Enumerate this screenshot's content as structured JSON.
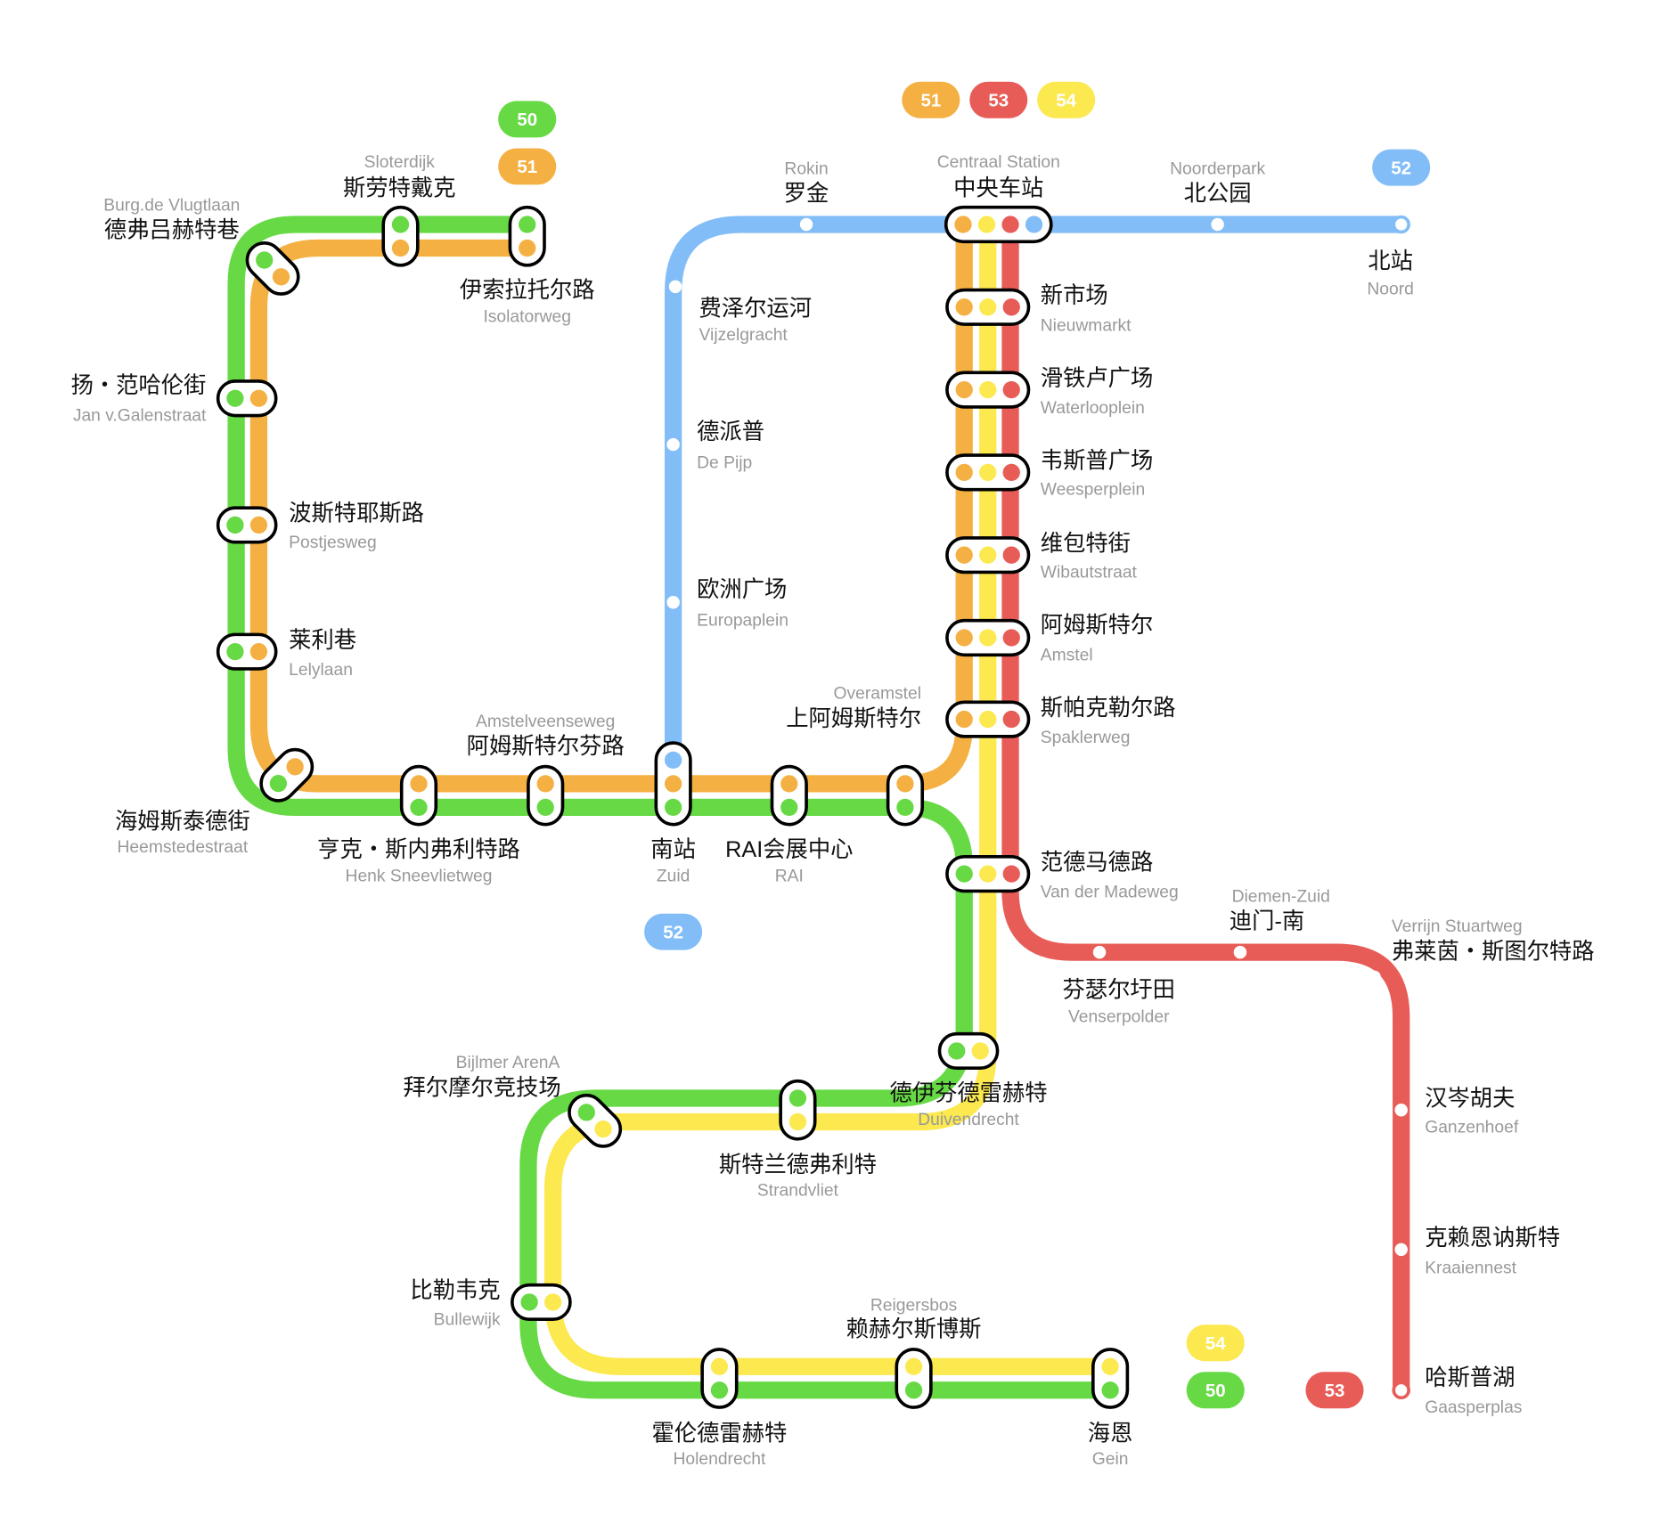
{
  "colors": {
    "50": "#66d944",
    "51": "#f4b042",
    "52": "#82bdf7",
    "53": "#e85c57",
    "54": "#fce84f"
  },
  "lines": [
    {
      "id": "50",
      "label": "50"
    },
    {
      "id": "51",
      "label": "51"
    },
    {
      "id": "52",
      "label": "52"
    },
    {
      "id": "53",
      "label": "53"
    },
    {
      "id": "54",
      "label": "54"
    }
  ],
  "badges": [
    "50",
    "51",
    "51",
    "53",
    "54",
    "52",
    "52",
    "54",
    "50",
    "53"
  ],
  "stations": [
    {
      "cn": "德弗吕赫特巷",
      "en": "Burg.de Vlugtlaan"
    },
    {
      "cn": "斯劳特戴克",
      "en": "Sloterdijk"
    },
    {
      "cn": "伊索拉托尔路",
      "en": "Isolatorweg"
    },
    {
      "cn": "扬・范哈伦街",
      "en": "Jan v.Galenstraat"
    },
    {
      "cn": "波斯特耶斯路",
      "en": "Postjesweg"
    },
    {
      "cn": "莱利巷",
      "en": "Lelylaan"
    },
    {
      "cn": "海姆斯泰德街",
      "en": "Heemstedestraat"
    },
    {
      "cn": "亨克・斯内弗利特路",
      "en": "Henk Sneevlietweg"
    },
    {
      "cn": "阿姆斯特尔芬路",
      "en": "Amstelveenseweg"
    },
    {
      "cn": "南站",
      "en": "Zuid"
    },
    {
      "cn": "RAI会展中心",
      "en": "RAI"
    },
    {
      "cn": "上阿姆斯特尔",
      "en": "Overamstel"
    },
    {
      "cn": "中央车站",
      "en": "Centraal Station"
    },
    {
      "cn": "罗金",
      "en": "Rokin"
    },
    {
      "cn": "北公园",
      "en": "Noorderpark"
    },
    {
      "cn": "北站",
      "en": "Noord"
    },
    {
      "cn": "费泽尔运河",
      "en": "Vijzelgracht"
    },
    {
      "cn": "德派普",
      "en": "De Pijp"
    },
    {
      "cn": "欧洲广场",
      "en": "Europaplein"
    },
    {
      "cn": "新市场",
      "en": "Nieuwmarkt"
    },
    {
      "cn": "滑铁卢广场",
      "en": "Waterlooplein"
    },
    {
      "cn": "韦斯普广场",
      "en": "Weesperplein"
    },
    {
      "cn": "维包特街",
      "en": "Wibautstraat"
    },
    {
      "cn": "阿姆斯特尔",
      "en": "Amstel"
    },
    {
      "cn": "斯帕克勒尔路",
      "en": "Spaklerweg"
    },
    {
      "cn": "范德马德路",
      "en": "Van der Madeweg"
    },
    {
      "cn": "芬瑟尔圩田",
      "en": "Venserpolder"
    },
    {
      "cn": "迪门-南",
      "en": "Diemen-Zuid"
    },
    {
      "cn": "弗莱茵・斯图尔特路",
      "en": "Verrijn Stuartweg"
    },
    {
      "cn": "汉岑胡夫",
      "en": "Ganzenhoef"
    },
    {
      "cn": "克赖恩讷斯特",
      "en": "Kraaiennest"
    },
    {
      "cn": "哈斯普湖",
      "en": "Gaasperplas"
    },
    {
      "cn": "德伊芬德雷赫特",
      "en": "Duivendrecht"
    },
    {
      "cn": "斯特兰德弗利特",
      "en": "Strandvliet"
    },
    {
      "cn": "拜尔摩尔竞技场",
      "en": "Bijlmer ArenA"
    },
    {
      "cn": "比勒韦克",
      "en": "Bullewijk"
    },
    {
      "cn": "霍伦德雷赫特",
      "en": "Holendrecht"
    },
    {
      "cn": "赖赫尔斯博斯",
      "en": "Reigersbos"
    },
    {
      "cn": "海恩",
      "en": "Gein"
    }
  ]
}
